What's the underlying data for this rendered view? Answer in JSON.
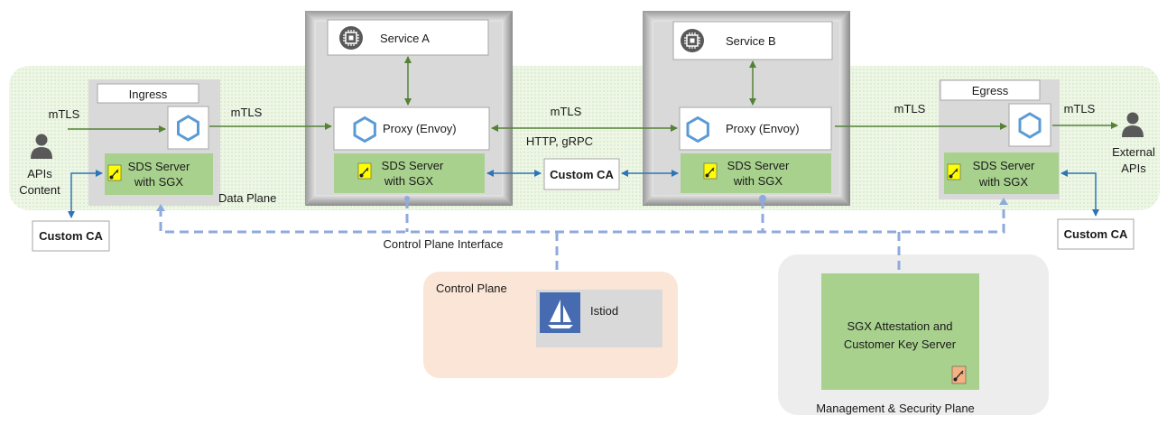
{
  "planes": {
    "data_plane": "Data Plane",
    "control_plane": "Control Plane",
    "control_plane_interface": "Control Plane Interface",
    "management_plane": "Management & Security Plane"
  },
  "ingress": {
    "title": "Ingress",
    "sds_line1": "SDS Server",
    "sds_line2": "with SGX"
  },
  "egress": {
    "title": "Egress",
    "sds_line1": "SDS Server",
    "sds_line2": "with  SGX"
  },
  "service_a": {
    "name": "Service A",
    "proxy": "Proxy (Envoy)",
    "sds_line1": "SDS Server",
    "sds_line2": "with SGX"
  },
  "service_b": {
    "name": "Service B",
    "proxy": "Proxy (Envoy)",
    "sds_line1": "SDS Server",
    "sds_line2": "with SGX"
  },
  "left_user": {
    "line1": "APIs",
    "line2": "Content"
  },
  "right_user": {
    "line1": "External",
    "line2": "APIs"
  },
  "custom_ca": {
    "left": "Custom CA",
    "center": "Custom CA",
    "right": "Custom CA"
  },
  "links": {
    "user_to_ingress": "mTLS",
    "ingress_to_a": "mTLS",
    "a_to_b": "mTLS",
    "a_to_b_protocols": "HTTP, gRPC",
    "b_to_egress": "mTLS",
    "egress_to_external": "mTLS"
  },
  "istiod": "Istiod",
  "key_server": {
    "line1": "SGX Attestation and",
    "line2": "Customer Key Server"
  },
  "colors": {
    "data_plane_fill": "#eef6e6",
    "sds_green": "#a9d18e",
    "gray_box": "#d9d9d9",
    "control_plane_fill": "#fbe5d6",
    "mgmt_plane_fill": "#ededed",
    "link_green": "#548235",
    "link_blue": "#2e75b6",
    "dashed_blue": "#8faadc",
    "istio_blue": "#466bb0",
    "hex_blue": "#5b9bd5",
    "key_yellow": "#ffff00",
    "key_orange": "#f4b183"
  }
}
